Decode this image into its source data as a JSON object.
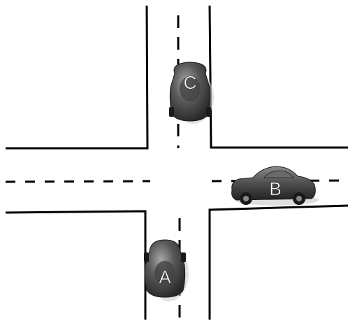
{
  "diagram": {
    "cars": [
      {
        "id": "car-a",
        "label": "A",
        "heading": "north"
      },
      {
        "id": "car-b",
        "label": "B",
        "heading": "west"
      },
      {
        "id": "car-c",
        "label": "C",
        "heading": "south"
      }
    ],
    "colors": {
      "road_edge": "#000000",
      "lane_marking": "#000000",
      "car_body": "#555555",
      "car_dark": "#2e2e2e",
      "car_highlight": "#9a9a9a",
      "background": "#ffffff"
    }
  }
}
